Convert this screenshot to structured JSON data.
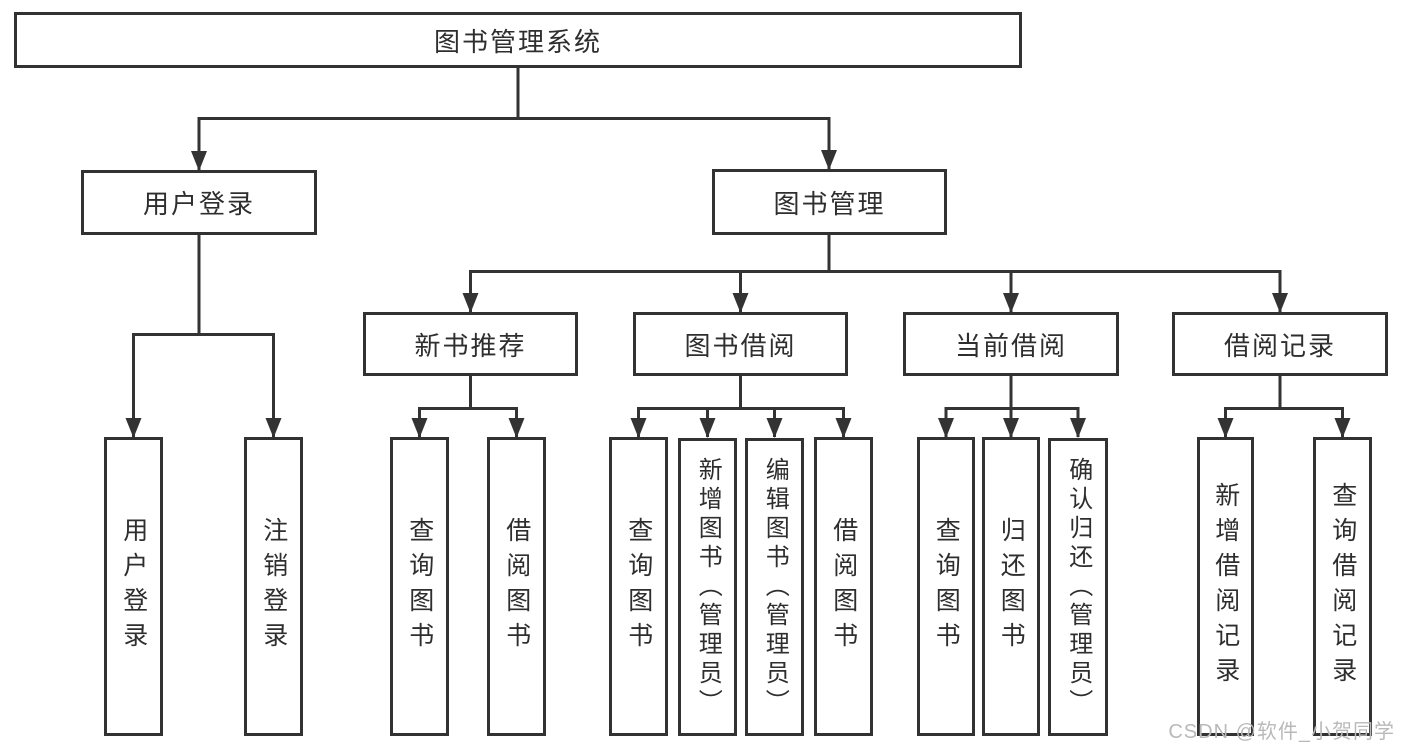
{
  "diagram": {
    "root": {
      "label": "图书管理系统"
    },
    "branches": {
      "user_login": {
        "label": "用户登录",
        "children": [
          {
            "label": "用户登录"
          },
          {
            "label": "注销登录"
          }
        ]
      },
      "book_mgmt": {
        "label": "图书管理",
        "sections": {
          "new_book": {
            "label": "新书推荐",
            "children": [
              {
                "label": "查询图书"
              },
              {
                "label": "借阅图书"
              }
            ]
          },
          "borrow": {
            "label": "图书借阅",
            "children": [
              {
                "label": "查询图书"
              },
              {
                "label": "新增图书（管理员）"
              },
              {
                "label": "编辑图书（管理员）"
              },
              {
                "label": "借阅图书"
              }
            ]
          },
          "current": {
            "label": "当前借阅",
            "children": [
              {
                "label": "查询图书"
              },
              {
                "label": "归还图书"
              },
              {
                "label": "确认归还（管理员）"
              }
            ]
          },
          "records": {
            "label": "借阅记录",
            "children": [
              {
                "label": "新增借阅记录"
              },
              {
                "label": "查询借阅记录"
              }
            ]
          }
        }
      }
    }
  },
  "watermark": {
    "text": "CSDN @软件_小贺同学"
  },
  "colors": {
    "line": "#333333",
    "border": "#323232",
    "text": "#2e2e2e",
    "watermark_text": "#b9b9b9",
    "background": "#ffffff"
  }
}
